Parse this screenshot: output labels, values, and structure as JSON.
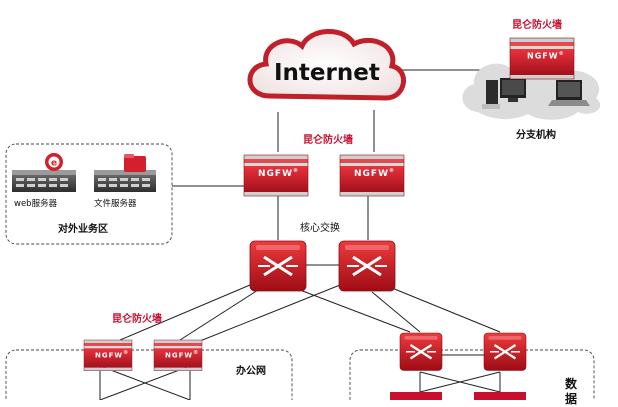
{
  "internet": {
    "label": "Internet"
  },
  "firewall_text": "NGFW",
  "branch": {
    "firewall_label": "昆仑防火墙",
    "caption": "分支机构"
  },
  "core": {
    "firewall_label": "昆仑防火墙",
    "switch_label": "核心交换"
  },
  "dmz": {
    "web_label": "web服务器",
    "file_label": "文件服务器",
    "caption": "对外业务区"
  },
  "office": {
    "firewall_label": "昆仑防火墙",
    "caption": "办公网"
  },
  "data_center": {
    "caption_char1": "数",
    "caption_char2": "据"
  },
  "colors": {
    "brand_red": "#c8102e",
    "zone_border": "#444444",
    "link": "#222222"
  }
}
